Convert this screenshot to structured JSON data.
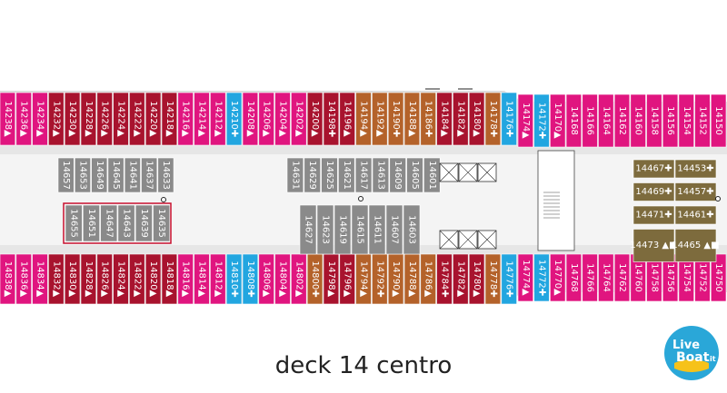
{
  "caption": "deck 14 centro",
  "logo": {
    "text_live": "Live",
    "text_boat": "Boat",
    "text_it": ".it"
  },
  "colors": {
    "magenta": "#e0157f",
    "crimson": "#a8132e",
    "brown": "#b4622a",
    "cyan": "#22a6e0",
    "gray": "#8a8a8a",
    "olive": "#7d6b3d",
    "hull": "#d9d9d9",
    "corridor": "#f4f4f4"
  },
  "top_row": [
    {
      "label": "14238▲",
      "c": "magenta"
    },
    {
      "label": "14236▲",
      "c": "magenta"
    },
    {
      "label": "14234▲",
      "c": "magenta"
    },
    {
      "label": "14232▲",
      "c": "crimson"
    },
    {
      "label": "14230▲",
      "c": "crimson"
    },
    {
      "label": "14228▲",
      "c": "crimson"
    },
    {
      "label": "14226▲",
      "c": "crimson"
    },
    {
      "label": "14224▲",
      "c": "crimson"
    },
    {
      "label": "14222▲",
      "c": "crimson"
    },
    {
      "label": "14220▲",
      "c": "crimson"
    },
    {
      "label": "14218▲",
      "c": "crimson"
    },
    {
      "label": "14216▲",
      "c": "magenta"
    },
    {
      "label": "14214▲",
      "c": "magenta"
    },
    {
      "label": "14212▲",
      "c": "magenta"
    },
    {
      "label": "14210✚",
      "c": "cyan"
    },
    {
      "label": "14208▲",
      "c": "magenta"
    },
    {
      "label": "14206▲",
      "c": "magenta"
    },
    {
      "label": "14204▲",
      "c": "magenta"
    },
    {
      "label": "14202▲",
      "c": "magenta"
    },
    {
      "label": "14200▲",
      "c": "crimson"
    },
    {
      "label": "14198✚",
      "c": "crimson"
    },
    {
      "label": "14196▲",
      "c": "crimson"
    },
    {
      "label": "14194▲",
      "c": "brown"
    },
    {
      "label": "14192▲",
      "c": "brown"
    },
    {
      "label": "14190✚",
      "c": "brown"
    },
    {
      "label": "14188▲",
      "c": "brown"
    },
    {
      "label": "14186✚",
      "c": "brown"
    },
    {
      "label": "14184▲",
      "c": "crimson"
    },
    {
      "label": "14182▲",
      "c": "crimson"
    },
    {
      "label": "14180▲",
      "c": "crimson"
    },
    {
      "label": "14178✚",
      "c": "brown"
    },
    {
      "label": "14176✚",
      "c": "cyan"
    }
  ],
  "top_row_right": [
    {
      "label": "14174▲",
      "c": "magenta"
    },
    {
      "label": "14172✚",
      "c": "cyan"
    },
    {
      "label": "14170▲",
      "c": "magenta"
    },
    {
      "label": "14168",
      "c": "magenta"
    },
    {
      "label": "14166",
      "c": "magenta"
    },
    {
      "label": "14164",
      "c": "magenta"
    },
    {
      "label": "14162",
      "c": "magenta"
    },
    {
      "label": "14160",
      "c": "magenta"
    },
    {
      "label": "14158",
      "c": "magenta"
    },
    {
      "label": "14156",
      "c": "magenta"
    },
    {
      "label": "14154",
      "c": "magenta"
    },
    {
      "label": "14152",
      "c": "magenta"
    },
    {
      "label": "14150",
      "c": "magenta"
    }
  ],
  "bottom_row": [
    {
      "label": "14838▲",
      "c": "magenta"
    },
    {
      "label": "14836▲",
      "c": "magenta"
    },
    {
      "label": "14834▲",
      "c": "magenta"
    },
    {
      "label": "14832▲",
      "c": "crimson"
    },
    {
      "label": "14830▲",
      "c": "crimson"
    },
    {
      "label": "14828▲",
      "c": "crimson"
    },
    {
      "label": "14826▲",
      "c": "crimson"
    },
    {
      "label": "14824▲",
      "c": "crimson"
    },
    {
      "label": "14822▲",
      "c": "crimson"
    },
    {
      "label": "14820▲",
      "c": "crimson"
    },
    {
      "label": "14818▲",
      "c": "crimson"
    },
    {
      "label": "14816▲",
      "c": "magenta"
    },
    {
      "label": "14814▲",
      "c": "magenta"
    },
    {
      "label": "14812▲",
      "c": "magenta"
    },
    {
      "label": "14810✚",
      "c": "cyan"
    },
    {
      "label": "14808✚",
      "c": "cyan"
    },
    {
      "label": "14806▲",
      "c": "magenta"
    },
    {
      "label": "14804▲",
      "c": "magenta"
    },
    {
      "label": "14802▲",
      "c": "magenta"
    },
    {
      "label": "14800✚",
      "c": "brown"
    },
    {
      "label": "14798▲",
      "c": "crimson"
    },
    {
      "label": "14796▲",
      "c": "crimson"
    },
    {
      "label": "14794▲",
      "c": "brown"
    },
    {
      "label": "14792✚",
      "c": "brown"
    },
    {
      "label": "14790▲",
      "c": "brown"
    },
    {
      "label": "14788▲",
      "c": "brown"
    },
    {
      "label": "14786▲",
      "c": "brown"
    },
    {
      "label": "14784✚",
      "c": "crimson"
    },
    {
      "label": "14782▲",
      "c": "crimson"
    },
    {
      "label": "14780▲",
      "c": "crimson"
    },
    {
      "label": "14778✚",
      "c": "brown"
    },
    {
      "label": "14776✚",
      "c": "cyan"
    }
  ],
  "bottom_row_right": [
    {
      "label": "14774▲",
      "c": "magenta"
    },
    {
      "label": "14772✚",
      "c": "cyan"
    },
    {
      "label": "14770▲",
      "c": "magenta"
    },
    {
      "label": "14768",
      "c": "magenta"
    },
    {
      "label": "14766",
      "c": "magenta"
    },
    {
      "label": "14764",
      "c": "magenta"
    },
    {
      "label": "14762",
      "c": "magenta"
    },
    {
      "label": "14760",
      "c": "magenta"
    },
    {
      "label": "14758",
      "c": "magenta"
    },
    {
      "label": "14756",
      "c": "magenta"
    },
    {
      "label": "14754",
      "c": "magenta"
    },
    {
      "label": "14752",
      "c": "magenta"
    },
    {
      "label": "14750",
      "c": "magenta"
    }
  ],
  "inner_left_top": [
    "14657",
    "14653",
    "14649",
    "14645",
    "14641",
    "14637",
    "14633"
  ],
  "inner_left_bottom": [
    "14655",
    "14651",
    "14647",
    "14643",
    "14639",
    "14635"
  ],
  "inner_mid_top": [
    "14631",
    "14629",
    "14625",
    "14621",
    "14617",
    "14613",
    "14609",
    "14605",
    "14601"
  ],
  "inner_mid_bottom": [
    "14627",
    "14623",
    "14619",
    "14615",
    "14611",
    "14607",
    "14603"
  ],
  "inner_right": [
    [
      "14467✚",
      "14453✚"
    ],
    [
      "14469✚",
      "14457✚"
    ],
    [
      "14471✚",
      "14461✚"
    ],
    [
      "14473 ▲■",
      "14465 ▲■"
    ]
  ]
}
